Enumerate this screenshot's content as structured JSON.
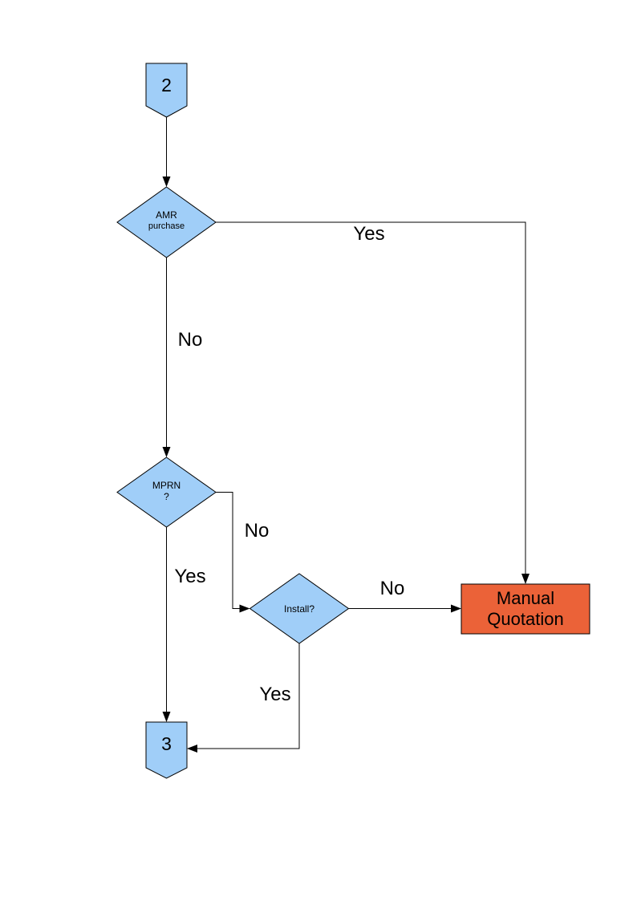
{
  "colors": {
    "node_fill": "#A0CEF8",
    "node_stroke": "#000000",
    "manual_fill": "#EB6238",
    "line": "#000000"
  },
  "nodes": {
    "connector_2": {
      "label": "2"
    },
    "amr": {
      "line1": "AMR",
      "line2": "purchase"
    },
    "mprn": {
      "line1": "MPRN",
      "line2": "?"
    },
    "install": {
      "label": "Install?"
    },
    "manual_quotation": {
      "line1": "Manual",
      "line2": "Quotation"
    },
    "connector_3": {
      "label": "3"
    }
  },
  "edge_labels": {
    "amr_yes": "Yes",
    "amr_no": "No",
    "mprn_no": "No",
    "mprn_yes": "Yes",
    "install_no": "No",
    "install_yes": "Yes"
  }
}
